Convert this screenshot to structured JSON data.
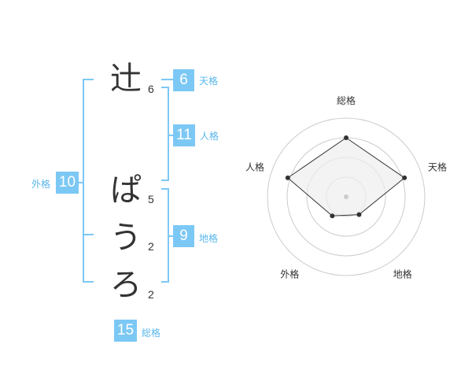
{
  "name_chars": [
    {
      "char": "辻",
      "strokes": "6"
    },
    {
      "char": "ぱ",
      "strokes": "5"
    },
    {
      "char": "う",
      "strokes": "2"
    },
    {
      "char": "ろ",
      "strokes": "2"
    }
  ],
  "kaku": {
    "tenkaku": {
      "value": "6",
      "label": "天格"
    },
    "jinkaku": {
      "value": "11",
      "label": "人格"
    },
    "chikaku": {
      "value": "9",
      "label": "地格"
    },
    "gaikaku": {
      "value": "10",
      "label": "外格"
    },
    "soukaku": {
      "value": "15",
      "label": "総格"
    }
  },
  "chart_data": {
    "type": "radar",
    "axes": [
      "総格",
      "天格",
      "地格",
      "外格",
      "人格"
    ],
    "values": [
      0.75,
      0.78,
      0.28,
      0.3,
      0.78
    ],
    "rings": 4,
    "range": [
      0,
      1
    ],
    "grid": true,
    "colors": {
      "line": "#333333",
      "fill": "#eeeeee",
      "grid": "#cccccc"
    }
  }
}
